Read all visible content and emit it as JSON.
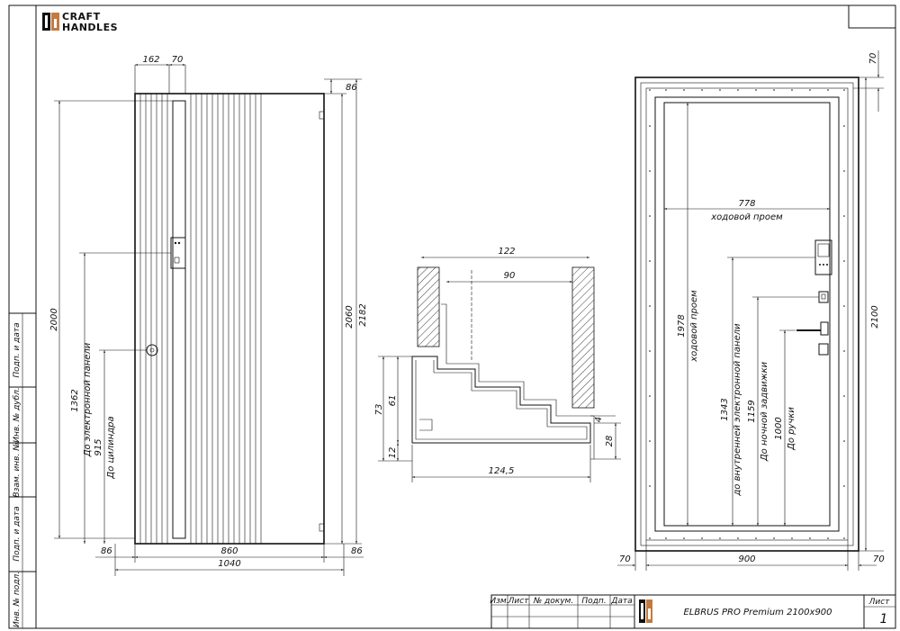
{
  "brand": {
    "line1": "CRAFT",
    "line2": "HANDLES"
  },
  "front_view": {
    "dims": {
      "d162": "162",
      "d70": "70",
      "d86_top": "86",
      "d2000": "2000",
      "d2060": "2060",
      "d2182": "2182",
      "d1362": "1362",
      "d915": "915",
      "d86_left": "86",
      "d860": "860",
      "d86_right": "86",
      "d1040": "1040"
    },
    "notes": {
      "panel": "До электронной панели",
      "cylinder": "До цилиндра"
    }
  },
  "section_view": {
    "dims": {
      "d122": "122",
      "d90": "90",
      "d73": "73",
      "d61": "61",
      "d12": "12",
      "d4": "4",
      "d28": "28",
      "d124_5": "124,5"
    }
  },
  "back_view": {
    "dims": {
      "d70_top": "70",
      "d778": "778",
      "d1978": "1978",
      "d2100": "2100",
      "d1343": "1343",
      "d1159": "1159",
      "d1000": "1000",
      "d70_left": "70",
      "d900": "900",
      "d70_right": "70"
    },
    "notes": {
      "clear_opening": "ходовой проем",
      "inner_panel": "до внутренней электронной панели",
      "night_latch": "До ночной задвижки",
      "handle": "До ручки"
    }
  },
  "side_stamp": [
    "Подп. и дата",
    "Инв. № дубл.",
    "Взам. инв. №",
    "Подп. и дата",
    "Инв. № подл."
  ],
  "title_block": {
    "headers": [
      "Изм.",
      "Лист",
      "№ докум.",
      "Подп.",
      "Дата"
    ],
    "title": "ELBRUS PRO Premium 2100x900",
    "sheet_label": "Лист",
    "sheet_number": "1"
  }
}
